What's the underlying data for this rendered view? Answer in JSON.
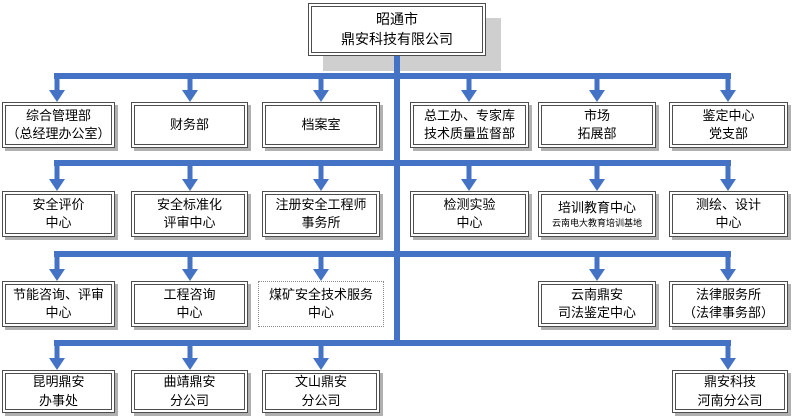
{
  "colors": {
    "connector_blue": "#4472C4",
    "box_border": "#4d4d4d",
    "box_shadow_color": "#b0b0b0",
    "root_shadow": "#cfcfcf"
  },
  "root": {
    "label": "昭通市\n鼎安科技有限公司"
  },
  "row_departments": [
    {
      "label": "综合管理部\n（总经理办公室）"
    },
    {
      "label": "财务部"
    },
    {
      "label": "档案室"
    },
    {
      "label": "总工办、专家库\n技术质量监督部"
    },
    {
      "label": "市场\n拓展部"
    },
    {
      "label": "鉴定中心\n党支部"
    }
  ],
  "row_centers": [
    {
      "label": "安全评价\n中心"
    },
    {
      "label": "安全标准化\n评审中心"
    },
    {
      "label": "注册安全工程师\n事务所"
    },
    {
      "label": "检测实验\n中心"
    },
    {
      "label": "培训教育中心",
      "subtitle": "云南电大教育培训基地"
    },
    {
      "label": "测绘、设计\n中心"
    }
  ],
  "row_services": [
    {
      "label": "节能咨询、评审\n中心"
    },
    {
      "label": "工程咨询\n中心"
    },
    {
      "label": "煤矿安全技术服务\n中心"
    },
    {
      "label": "云南鼎安\n司法鉴定中心"
    },
    {
      "label": "法律服务所\n（法律事务部）"
    }
  ],
  "row_branches": [
    {
      "label": "昆明鼎安\n办事处"
    },
    {
      "label": "曲靖鼎安\n分公司"
    },
    {
      "label": "文山鼎安\n分公司"
    },
    {
      "label": "鼎安科技\n河南分公司"
    }
  ]
}
